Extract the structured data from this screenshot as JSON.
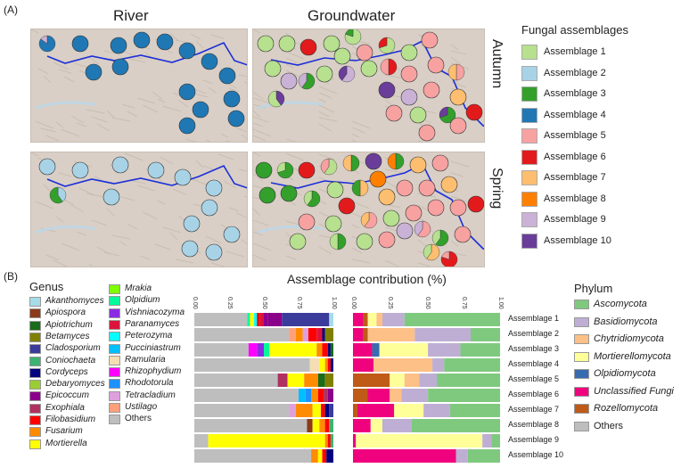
{
  "panel_a_label": "(A)",
  "panel_b_label": "(B)",
  "col_river": "River",
  "col_groundwater": "Groundwater",
  "row_autumn": "Autumn",
  "row_spring": "Spring",
  "fungal_legend": {
    "title": "Fungal assemblages",
    "items": [
      {
        "label": "Assemblage 1",
        "color": "#b7e08f"
      },
      {
        "label": "Assemblage 2",
        "color": "#a8d3e6"
      },
      {
        "label": "Assemblage 3",
        "color": "#33a02c"
      },
      {
        "label": "Assemblage 4",
        "color": "#1f78b4"
      },
      {
        "label": "Assemblage 5",
        "color": "#f7a1a1"
      },
      {
        "label": "Assemblage 6",
        "color": "#e31a1c"
      },
      {
        "label": "Assemblage 7",
        "color": "#fdbf6f"
      },
      {
        "label": "Assemblage 8",
        "color": "#ff7f00"
      },
      {
        "label": "Assemblage 9",
        "color": "#cab2d6"
      },
      {
        "label": "Assemblage 10",
        "color": "#6a3d9a"
      }
    ]
  },
  "genus_legend": {
    "title": "Genus",
    "col1": [
      {
        "label": "Akanthomyces",
        "color": "#a6dce8"
      },
      {
        "label": "Apiospora",
        "color": "#8b3a1a"
      },
      {
        "label": "Apiotrichum",
        "color": "#1a6b1a"
      },
      {
        "label": "Betamyces",
        "color": "#808000"
      },
      {
        "label": "Cladosporium",
        "color": "#3b3b9b"
      },
      {
        "label": "Coniochaeta",
        "color": "#3cb371"
      },
      {
        "label": "Cordyceps",
        "color": "#000080"
      },
      {
        "label": "Debaryomyces",
        "color": "#9acd32"
      },
      {
        "label": "Epicoccum",
        "color": "#8b008b"
      },
      {
        "label": "Exophiala",
        "color": "#b03060"
      },
      {
        "label": "Filobasidium",
        "color": "#ff0000"
      },
      {
        "label": "Fusarium",
        "color": "#ff8c00"
      },
      {
        "label": "Mortierella",
        "color": "#ffff00"
      }
    ],
    "col2": [
      {
        "label": "Mrakia",
        "color": "#7fff00"
      },
      {
        "label": "Olpidium",
        "color": "#00fa9a"
      },
      {
        "label": "Vishniacozyma",
        "color": "#8a2be2"
      },
      {
        "label": "Paranamyces",
        "color": "#dc143c"
      },
      {
        "label": "Peterozyma",
        "color": "#00ffff"
      },
      {
        "label": "Pucciniastrum",
        "color": "#00bfff"
      },
      {
        "label": "Ramularia",
        "color": "#f5deb3"
      },
      {
        "label": "Rhizophydium",
        "color": "#ff00ff"
      },
      {
        "label": "Rhodotorula",
        "color": "#1e90ff"
      },
      {
        "label": "Tetracladium",
        "color": "#dda0dd"
      },
      {
        "label": "Ustilago",
        "color": "#ffa07a"
      },
      {
        "label": "Others",
        "color": "#bebebe"
      }
    ]
  },
  "phylum_legend": {
    "title": "Phylum",
    "items": [
      {
        "label": "Ascomycota",
        "color": "#7fc97f"
      },
      {
        "label": "Basidiomycota",
        "color": "#beaed4"
      },
      {
        "label": "Chytridiomycota",
        "color": "#fdc086"
      },
      {
        "label": "Mortierellomycota",
        "color": "#ffff99"
      },
      {
        "label": "Olpidiomycota",
        "color": "#386cb0"
      },
      {
        "label": "Unclassified Fungi",
        "color": "#f0027f"
      },
      {
        "label": "Rozellomycota",
        "color": "#bf5b17"
      },
      {
        "label": "Others",
        "color": "#bebebe"
      }
    ]
  },
  "contribution_title": "Assemblage contribution (%)",
  "chart_data": {
    "type": "bar",
    "orientation": "horizontal-stacked",
    "categories": [
      "Assemblage 1",
      "Assemblage 2",
      "Assemblage 3",
      "Assemblage 4",
      "Assemblage 5",
      "Assemblage 6",
      "Assemblage 7",
      "Assemblage 8",
      "Assemblage 9",
      "Assemblage 10"
    ],
    "ticks": [
      "0.00",
      "0.25",
      "0.50",
      "0.75",
      "1.00"
    ],
    "genus_stacks": [
      [
        [
          "#bebebe",
          0.38
        ],
        [
          "#00fa9a",
          0.02
        ],
        [
          "#ffff00",
          0.03
        ],
        [
          "#00ffff",
          0.02
        ],
        [
          "#ff0000",
          0.02
        ],
        [
          "#dc143c",
          0.03
        ],
        [
          "#8b008b",
          0.03
        ],
        [
          "#8b008b",
          0.1
        ],
        [
          "#3b3b9b",
          0.34
        ],
        [
          "#a6dce8",
          0.03
        ]
      ],
      [
        [
          "#bebebe",
          0.68
        ],
        [
          "#ffa07a",
          0.05
        ],
        [
          "#ff8c00",
          0.05
        ],
        [
          "#dda0dd",
          0.04
        ],
        [
          "#ff0000",
          0.06
        ],
        [
          "#dc143c",
          0.04
        ],
        [
          "#000080",
          0.02
        ],
        [
          "#808000",
          0.06
        ]
      ],
      [
        [
          "#bebebe",
          0.39
        ],
        [
          "#ff00ff",
          0.06
        ],
        [
          "#8a2be2",
          0.05
        ],
        [
          "#00fa9a",
          0.04
        ],
        [
          "#ffff00",
          0.34
        ],
        [
          "#ff8c00",
          0.04
        ],
        [
          "#ff0000",
          0.04
        ],
        [
          "#000080",
          0.02
        ],
        [
          "#1a6b1a",
          0.02
        ]
      ],
      [
        [
          "#bebebe",
          0.83
        ],
        [
          "#f5deb3",
          0.07
        ],
        [
          "#ffff00",
          0.04
        ],
        [
          "#ff8c00",
          0.02
        ],
        [
          "#ff0000",
          0.02
        ],
        [
          "#000080",
          0.02
        ]
      ],
      [
        [
          "#bebebe",
          0.6
        ],
        [
          "#b03060",
          0.07
        ],
        [
          "#ffff00",
          0.12
        ],
        [
          "#ff8c00",
          0.1
        ],
        [
          "#1a6b1a",
          0.05
        ],
        [
          "#808000",
          0.06
        ]
      ],
      [
        [
          "#bebebe",
          0.75
        ],
        [
          "#00bfff",
          0.05
        ],
        [
          "#1e90ff",
          0.04
        ],
        [
          "#ff8c00",
          0.05
        ],
        [
          "#ff0000",
          0.04
        ],
        [
          "#b03060",
          0.03
        ],
        [
          "#8b008b",
          0.04
        ]
      ],
      [
        [
          "#bebebe",
          0.68
        ],
        [
          "#dda0dd",
          0.05
        ],
        [
          "#ff8c00",
          0.12
        ],
        [
          "#ffff00",
          0.06
        ],
        [
          "#ff0000",
          0.03
        ],
        [
          "#000080",
          0.03
        ],
        [
          "#3b3b9b",
          0.03
        ]
      ],
      [
        [
          "#bebebe",
          0.81
        ],
        [
          "#8b3a1a",
          0.04
        ],
        [
          "#ffff00",
          0.05
        ],
        [
          "#ff8c00",
          0.04
        ],
        [
          "#ff0000",
          0.03
        ],
        [
          "#3cb371",
          0.03
        ]
      ],
      [
        [
          "#bebebe",
          0.1
        ],
        [
          "#ffff00",
          0.84
        ],
        [
          "#ff8c00",
          0.02
        ],
        [
          "#ff0000",
          0.02
        ],
        [
          "#3cb371",
          0.02
        ]
      ],
      [
        [
          "#bebebe",
          0.84
        ],
        [
          "#ff8c00",
          0.05
        ],
        [
          "#ffff00",
          0.03
        ],
        [
          "#ff0000",
          0.03
        ],
        [
          "#000080",
          0.05
        ]
      ]
    ],
    "phylum_stacks": [
      [
        [
          "#f0027f",
          0.07
        ],
        [
          "#bf5b17",
          0.03
        ],
        [
          "#ffff99",
          0.06
        ],
        [
          "#fdc086",
          0.04
        ],
        [
          "#beaed4",
          0.15
        ],
        [
          "#7fc97f",
          0.65
        ]
      ],
      [
        [
          "#f0027f",
          0.07
        ],
        [
          "#bf5b17",
          0.03
        ],
        [
          "#fdc086",
          0.32
        ],
        [
          "#beaed4",
          0.38
        ],
        [
          "#7fc97f",
          0.2
        ]
      ],
      [
        [
          "#f0027f",
          0.13
        ],
        [
          "#386cb0",
          0.05
        ],
        [
          "#ffff99",
          0.33
        ],
        [
          "#beaed4",
          0.22
        ],
        [
          "#7fc97f",
          0.27
        ]
      ],
      [
        [
          "#f0027f",
          0.14
        ],
        [
          "#fdc086",
          0.4
        ],
        [
          "#beaed4",
          0.08
        ],
        [
          "#7fc97f",
          0.38
        ]
      ],
      [
        [
          "#bf5b17",
          0.25
        ],
        [
          "#ffff99",
          0.1
        ],
        [
          "#fdc086",
          0.1
        ],
        [
          "#beaed4",
          0.12
        ],
        [
          "#7fc97f",
          0.43
        ]
      ],
      [
        [
          "#bf5b17",
          0.1
        ],
        [
          "#f0027f",
          0.15
        ],
        [
          "#fdc086",
          0.08
        ],
        [
          "#beaed4",
          0.18
        ],
        [
          "#7fc97f",
          0.49
        ]
      ],
      [
        [
          "#bf5b17",
          0.03
        ],
        [
          "#f0027f",
          0.25
        ],
        [
          "#ffff99",
          0.2
        ],
        [
          "#beaed4",
          0.18
        ],
        [
          "#7fc97f",
          0.34
        ]
      ],
      [
        [
          "#f0027f",
          0.12
        ],
        [
          "#ffff99",
          0.08
        ],
        [
          "#beaed4",
          0.2
        ],
        [
          "#7fc97f",
          0.6
        ]
      ],
      [
        [
          "#f0027f",
          0.02
        ],
        [
          "#ffff99",
          0.86
        ],
        [
          "#beaed4",
          0.06
        ],
        [
          "#7fc97f",
          0.06
        ]
      ],
      [
        [
          "#f0027f",
          0.7
        ],
        [
          "#beaed4",
          0.08
        ],
        [
          "#7fc97f",
          0.22
        ]
      ]
    ]
  }
}
